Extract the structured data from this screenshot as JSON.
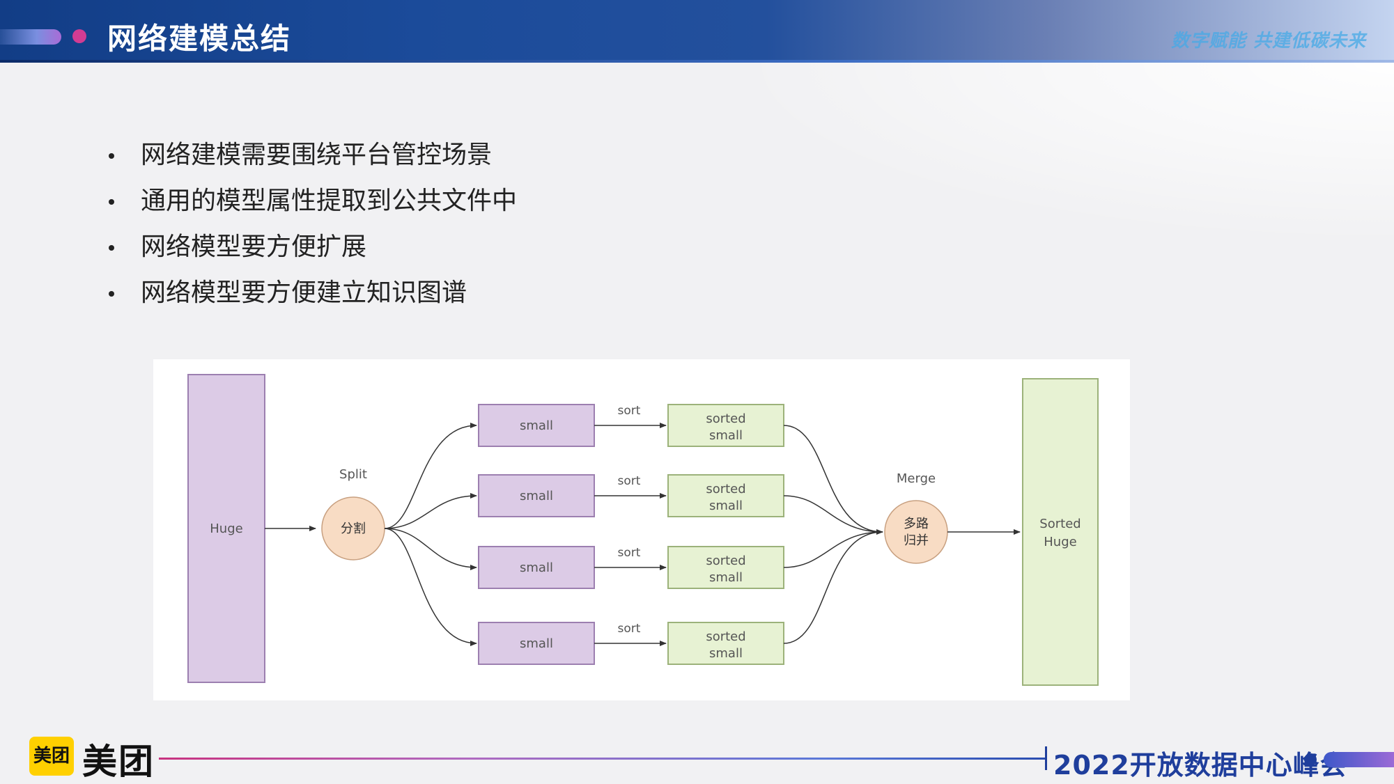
{
  "header": {
    "title": "网络建模总结",
    "slogan": "数字赋能 共建低碳未来"
  },
  "bullets": [
    "网络建模需要围绕平台管控场景",
    "通用的模型属性提取到公共文件中",
    "网络模型要方便扩展",
    "网络模型要方便建立知识图谱"
  ],
  "diagram": {
    "huge_label": "Huge",
    "split_label": "Split",
    "split_node": "分割",
    "small_label": "small",
    "sort_label": "sort",
    "sorted_small_line1": "sorted",
    "sorted_small_line2": "small",
    "merge_label": "Merge",
    "merge_node_line1": "多路",
    "merge_node_line2": "归并",
    "sorted_huge_line1": "Sorted",
    "sorted_huge_line2": "Huge",
    "colors": {
      "purple_fill": "#dccbe6",
      "purple_stroke": "#9c7fb0",
      "green_fill": "#e7f2d3",
      "green_stroke": "#9cb27a",
      "circle_fill": "#f8dcc4",
      "circle_stroke": "#c8a080"
    }
  },
  "footer": {
    "logo_badge": "美团",
    "logo_text": "美团",
    "event": "2022开放数据中心峰会"
  }
}
